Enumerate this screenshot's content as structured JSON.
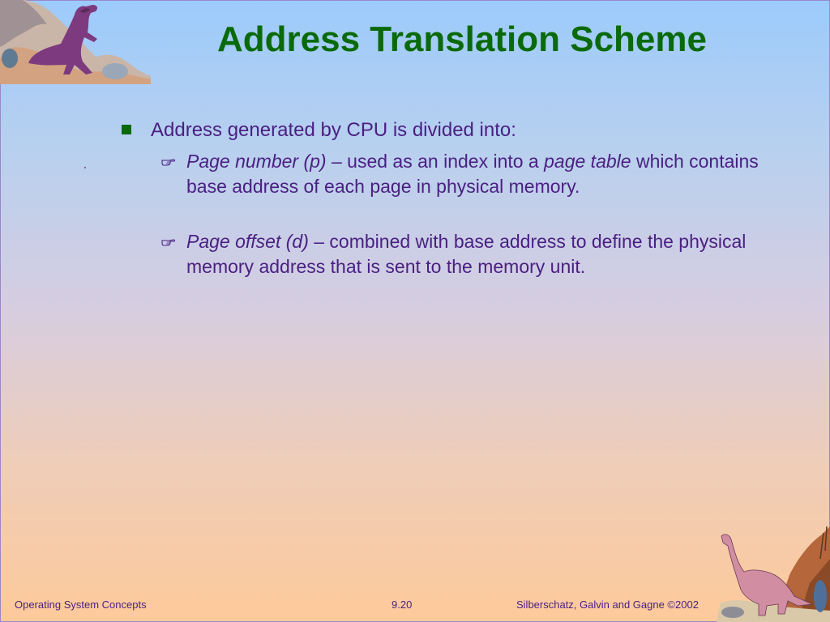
{
  "slide": {
    "title": "Address Translation Scheme",
    "main_bullet": "Address generated by CPU is divided into:",
    "sub_bullets": [
      {
        "term": "Page number (p)",
        "text_a": " – used as an index into a ",
        "term2": "page table",
        "text_b": " which contains base address of each page in physical memory."
      },
      {
        "term": "Page offset (d)",
        "text_a": " – combined with base address to define the physical memory address that is sent to the memory unit."
      }
    ]
  },
  "footer": {
    "course": "Operating System Concepts",
    "page_number": "9.20",
    "copyright": "Silberschatz, Galvin and  Gagne ©2002"
  },
  "colors": {
    "title": "#0a6a0a",
    "body_text": "#4a1f82",
    "bullet_square": "#0a6a0a",
    "background_top": "#9ccbfb",
    "background_bottom": "#fdca9a"
  },
  "icons": {
    "top_left": "dinosaur-trex-illustration",
    "bottom_right": "dinosaur-sauropod-illustration",
    "level1_bullet": "square-bullet-icon",
    "level2_bullet": "pointing-hand-icon"
  }
}
